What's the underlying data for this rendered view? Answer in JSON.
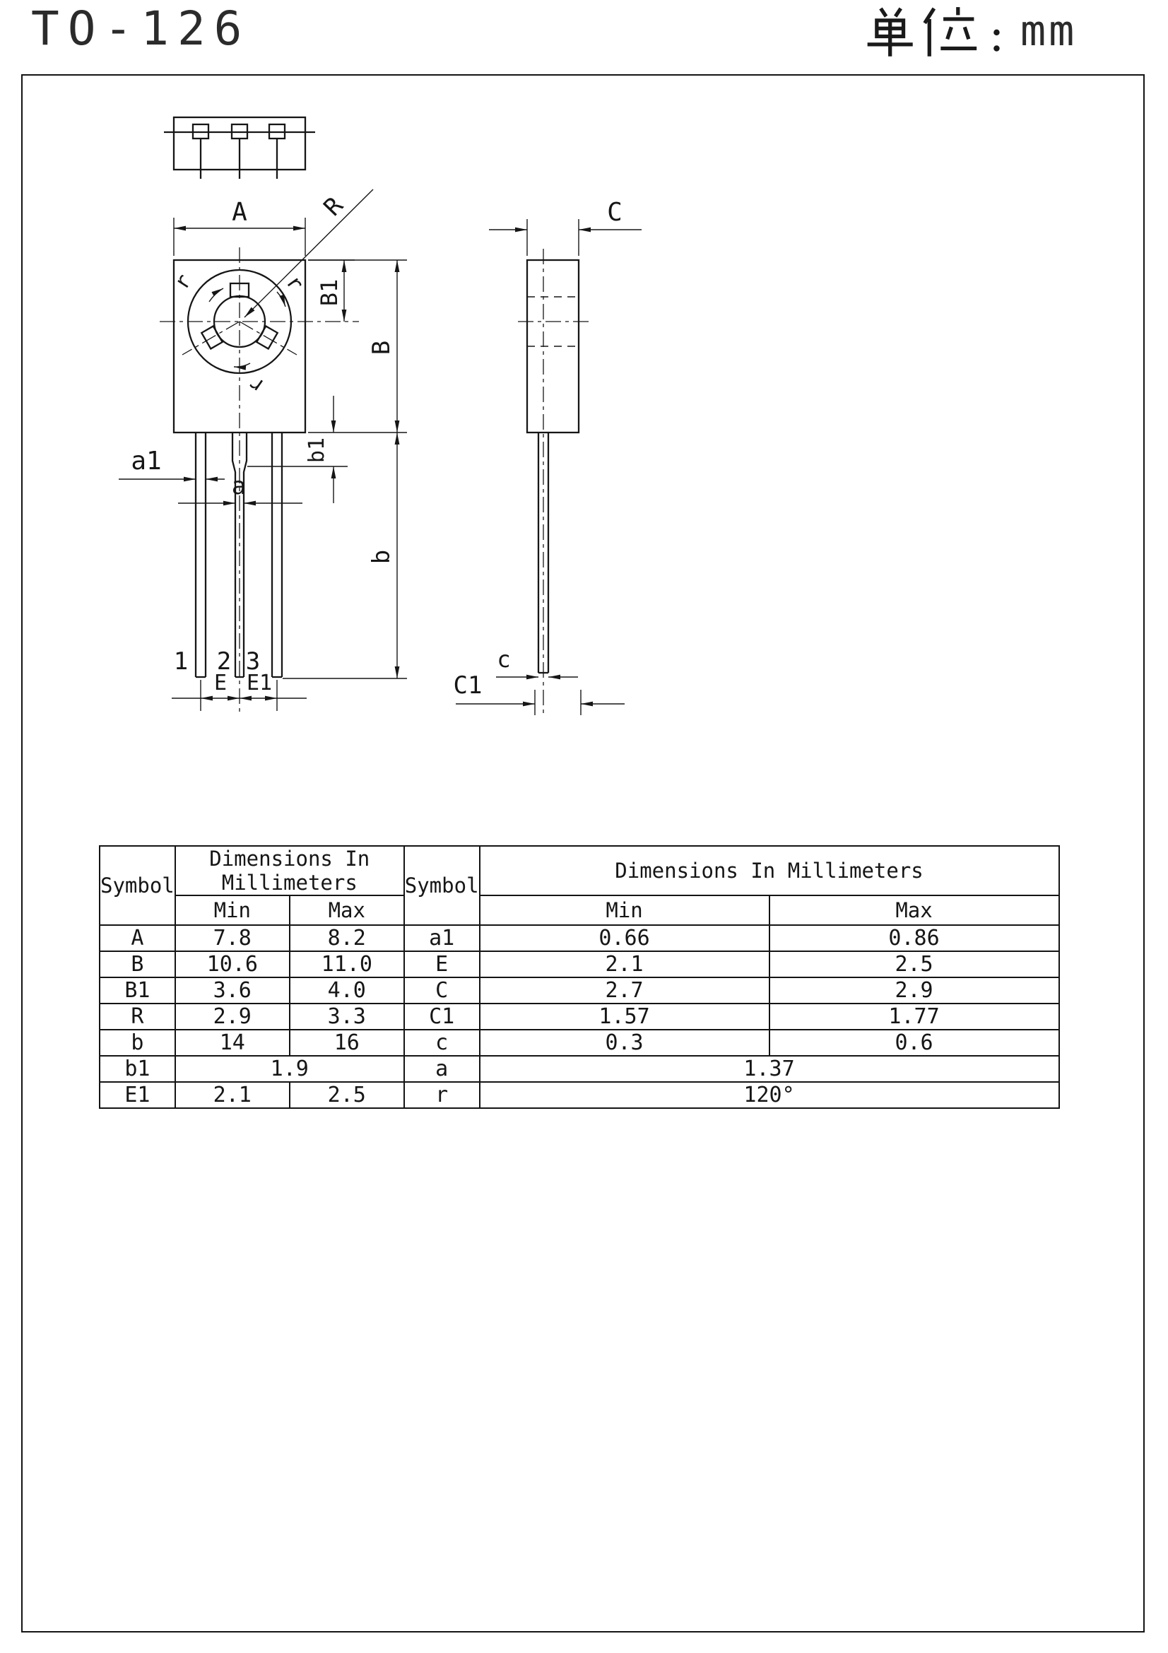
{
  "header": {
    "title": "TO-126",
    "unit_label": "单位：mm",
    "unit_value": "mm"
  },
  "drawing": {
    "labels": {
      "A": "A",
      "R": "R",
      "B1": "B1",
      "B": "B",
      "b": "b",
      "b1": "b1",
      "a": "a",
      "a1": "a1",
      "E": "E",
      "E1": "E1",
      "C": "C",
      "c": "c",
      "C1": "C1",
      "r": "r"
    },
    "pins": {
      "p1": "1",
      "p2": "2",
      "p3": "3"
    }
  },
  "table": {
    "header": {
      "symbol": "Symbol",
      "dims": "Dimensions In Millimeters",
      "min": "Min",
      "max": "Max"
    },
    "rows": [
      {
        "l_sym": "A",
        "l_min": "7.8",
        "l_max": "8.2",
        "r_sym": "a1",
        "r_min": "0.66",
        "r_max": "0.86"
      },
      {
        "l_sym": "B",
        "l_min": "10.6",
        "l_max": "11.0",
        "r_sym": "E",
        "r_min": "2.1",
        "r_max": "2.5"
      },
      {
        "l_sym": "B1",
        "l_min": "3.6",
        "l_max": "4.0",
        "r_sym": "C",
        "r_min": "2.7",
        "r_max": "2.9"
      },
      {
        "l_sym": "R",
        "l_min": "2.9",
        "l_max": "3.3",
        "r_sym": "C1",
        "r_min": "1.57",
        "r_max": "1.77"
      },
      {
        "l_sym": "b",
        "l_min": "14",
        "l_max": "16",
        "r_sym": "c",
        "r_min": "0.3",
        "r_max": "0.6"
      },
      {
        "l_sym": "b1",
        "l_span": "1.9",
        "r_sym": "a",
        "r_span": "1.37"
      },
      {
        "l_sym": "E1",
        "l_min": "2.1",
        "l_max": "2.5",
        "r_sym": "r",
        "r_span": "120°"
      }
    ]
  }
}
